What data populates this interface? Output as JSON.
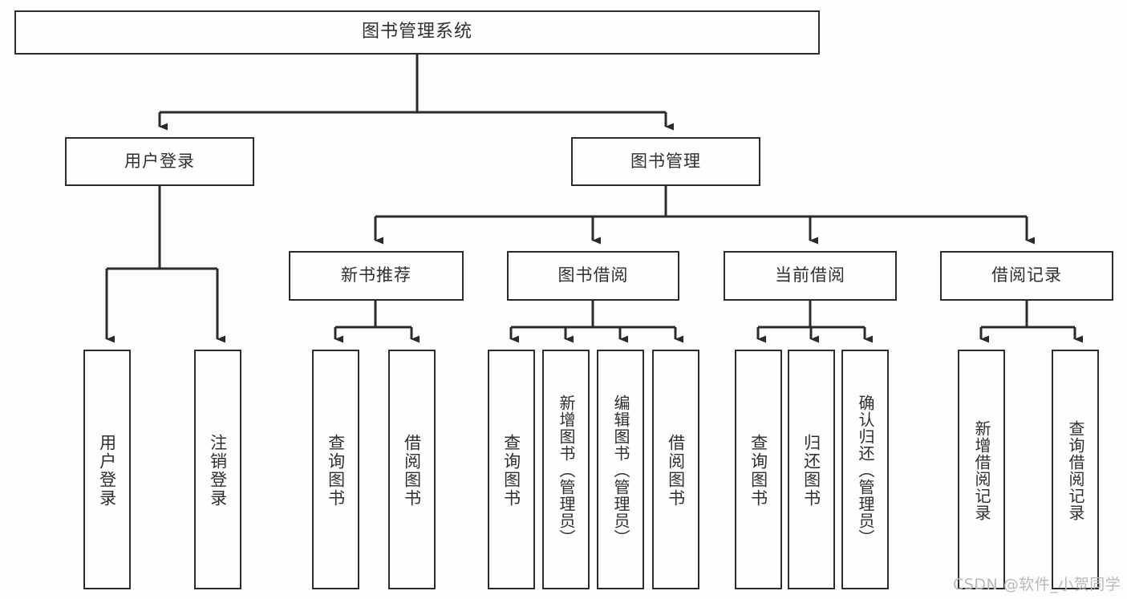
{
  "diagram": {
    "title": "图书管理系统",
    "watermark": "CSDN @软件_小贺同学",
    "colors": {
      "border": "#2b2b2b",
      "text": "#2f2f2f",
      "background": "#fdfdfd",
      "watermark": "#b9b9b9"
    },
    "root": {
      "label": "图书管理系统"
    },
    "level2": [
      {
        "label": "用户登录"
      },
      {
        "label": "图书管理"
      }
    ],
    "level3": [
      {
        "label": "新书推荐"
      },
      {
        "label": "图书借阅"
      },
      {
        "label": "当前借阅"
      },
      {
        "label": "借阅记录"
      }
    ],
    "leaves": {
      "user_login": [
        {
          "label": "用户登录"
        },
        {
          "label": "注销登录"
        }
      ],
      "new_book_recommend": [
        {
          "label": "查询图书"
        },
        {
          "label": "借阅图书"
        }
      ],
      "book_borrow": [
        {
          "label": "查询图书"
        },
        {
          "label": "新增图书（管理员）"
        },
        {
          "label": "编辑图书（管理员）"
        },
        {
          "label": "借阅图书"
        }
      ],
      "current_borrow": [
        {
          "label": "查询图书"
        },
        {
          "label": "归还图书"
        },
        {
          "label": "确认归还（管理员）"
        }
      ],
      "borrow_record": [
        {
          "label": "新增借阅记录"
        },
        {
          "label": "查询借阅记录"
        }
      ]
    }
  }
}
